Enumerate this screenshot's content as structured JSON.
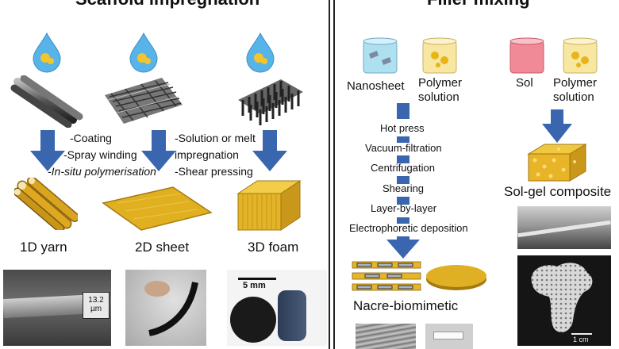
{
  "left_panel": {
    "title": "Scaffold impregnation",
    "methods_a": [
      "-Coating",
      "-Spray winding",
      "-In-situ polymerisation"
    ],
    "methods_b": [
      "-Solution or melt",
      "impregnation",
      "-Shear pressing"
    ],
    "products": [
      "1D yarn",
      "2D sheet",
      "3D foam"
    ],
    "scale_labels": [
      "13.2\nµm",
      "5 mm"
    ]
  },
  "right_panel": {
    "title": "Filler mixing",
    "inputs": [
      "Nanosheet",
      "Polymer\nsolution",
      "Sol",
      "Polymer\nsolution"
    ],
    "steps": [
      "Hot press",
      "Vacuum-filtration",
      "Centrifugation",
      "Shearing",
      "Layer-by-layer",
      "Electrophoretic deposition"
    ],
    "products": [
      "Nacre-biomimetic",
      "Sol-gel composite"
    ],
    "scale_labels": [
      "1 cm"
    ]
  },
  "icons": [
    "droplet-icon",
    "fiber-bundle-icon",
    "nanofiber-mesh-icon",
    "nanotube-array-icon",
    "down-arrow-icon",
    "beaker-icon",
    "yarn-icon",
    "sheet-icon",
    "foam-block-icon"
  ],
  "colors": {
    "arrow": "#3a66b0",
    "gold": "#d9a520",
    "droplet": "#58b4e8",
    "beaker_blue": "#aee0f0",
    "beaker_yellow": "#f7e7a0",
    "beaker_red": "#f08a96"
  }
}
